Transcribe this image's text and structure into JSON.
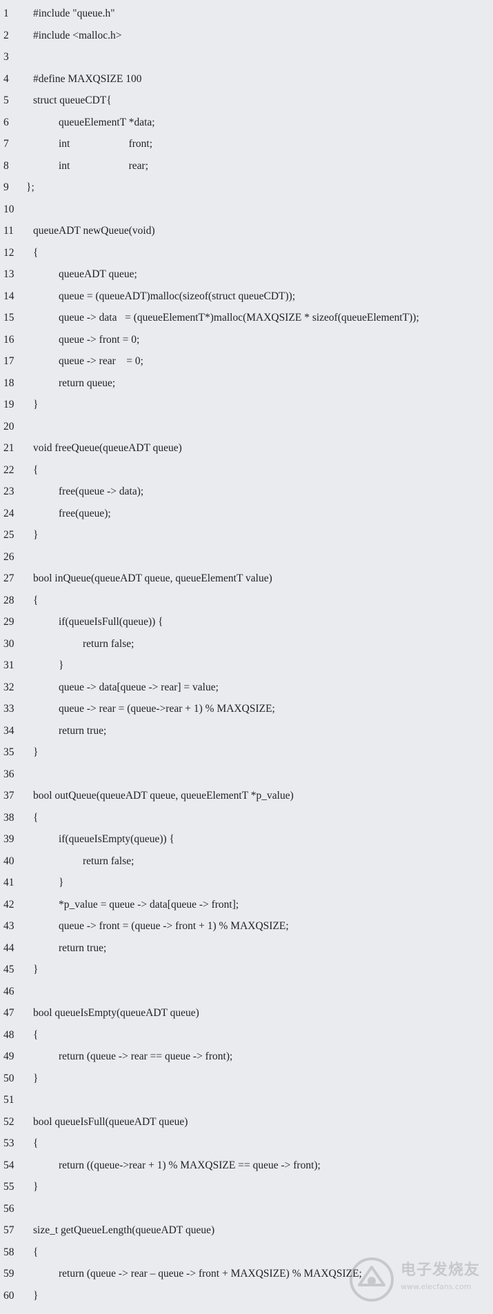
{
  "watermark": {
    "brand": "电子发烧友",
    "url": "www.elecfans.com"
  },
  "lines": [
    {
      "n": "1",
      "code": "#include \"queue.h\""
    },
    {
      "n": "2",
      "code": "#include <malloc.h>"
    },
    {
      "n": "3",
      "code": ""
    },
    {
      "n": "4",
      "code": "#define MAXQSIZE 100"
    },
    {
      "n": "5",
      "code": "struct queueCDT{"
    },
    {
      "n": "6",
      "code": "queueElementT *data;"
    },
    {
      "n": "7",
      "code": "int                      front;"
    },
    {
      "n": "8",
      "code": "int                      rear;"
    },
    {
      "n": "9",
      "code": "};"
    },
    {
      "n": "10",
      "code": ""
    },
    {
      "n": "11",
      "code": "queueADT newQueue(void)"
    },
    {
      "n": "12",
      "code": "{"
    },
    {
      "n": "13",
      "code": "queueADT queue;"
    },
    {
      "n": "14",
      "code": "queue = (queueADT)malloc(sizeof(struct queueCDT));"
    },
    {
      "n": "15",
      "code": "queue -> data   = (queueElementT*)malloc(MAXQSIZE * sizeof(queueElementT));"
    },
    {
      "n": "16",
      "code": "queue -> front = 0;"
    },
    {
      "n": "17",
      "code": "queue -> rear    = 0;"
    },
    {
      "n": "18",
      "code": "return queue;"
    },
    {
      "n": "19",
      "code": "}"
    },
    {
      "n": "20",
      "code": ""
    },
    {
      "n": "21",
      "code": "void freeQueue(queueADT queue)"
    },
    {
      "n": "22",
      "code": "{"
    },
    {
      "n": "23",
      "code": "free(queue -> data);"
    },
    {
      "n": "24",
      "code": "free(queue);"
    },
    {
      "n": "25",
      "code": "}"
    },
    {
      "n": "26",
      "code": ""
    },
    {
      "n": "27",
      "code": "bool inQueue(queueADT queue, queueElementT value)"
    },
    {
      "n": "28",
      "code": "{"
    },
    {
      "n": "29",
      "code": "if(queueIsFull(queue)) {"
    },
    {
      "n": "30",
      "code": "return false;"
    },
    {
      "n": "31",
      "code": "}"
    },
    {
      "n": "32",
      "code": "queue -> data[queue -> rear] = value;"
    },
    {
      "n": "33",
      "code": "queue -> rear = (queue->rear + 1) % MAXQSIZE;"
    },
    {
      "n": "34",
      "code": "return true;"
    },
    {
      "n": "35",
      "code": "}"
    },
    {
      "n": "36",
      "code": ""
    },
    {
      "n": "37",
      "code": "bool outQueue(queueADT queue, queueElementT *p_value)"
    },
    {
      "n": "38",
      "code": "{"
    },
    {
      "n": "39",
      "code": "if(queueIsEmpty(queue)) {"
    },
    {
      "n": "40",
      "code": "return false;"
    },
    {
      "n": "41",
      "code": "}"
    },
    {
      "n": "42",
      "code": "*p_value = queue -> data[queue -> front];"
    },
    {
      "n": "43",
      "code": "queue -> front = (queue -> front + 1) % MAXQSIZE;"
    },
    {
      "n": "44",
      "code": "return true;"
    },
    {
      "n": "45",
      "code": "}"
    },
    {
      "n": "46",
      "code": ""
    },
    {
      "n": "47",
      "code": "bool queueIsEmpty(queueADT queue)"
    },
    {
      "n": "48",
      "code": "{"
    },
    {
      "n": "49",
      "code": "return (queue -> rear == queue -> front);"
    },
    {
      "n": "50",
      "code": "}"
    },
    {
      "n": "51",
      "code": ""
    },
    {
      "n": "52",
      "code": "bool queueIsFull(queueADT queue)"
    },
    {
      "n": "53",
      "code": "{"
    },
    {
      "n": "54",
      "code": "return ((queue->rear + 1) % MAXQSIZE == queue -> front);"
    },
    {
      "n": "55",
      "code": "}"
    },
    {
      "n": "56",
      "code": ""
    },
    {
      "n": "57",
      "code": "size_t getQueueLength(queueADT queue)"
    },
    {
      "n": "58",
      "code": "{"
    },
    {
      "n": "59",
      "code": "return (queue -> rear – queue -> front + MAXQSIZE) % MAXQSIZE;"
    },
    {
      "n": "60",
      "code": "}"
    }
  ]
}
